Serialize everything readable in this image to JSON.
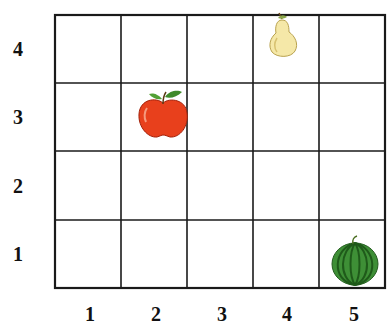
{
  "diagram": {
    "labels": [
      "4",
      "3",
      "2",
      "1",
      "1",
      "2",
      "3",
      "4",
      "5"
    ]
  }
}
